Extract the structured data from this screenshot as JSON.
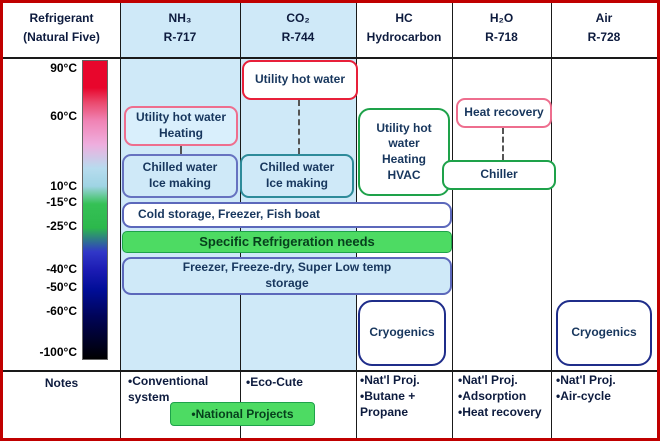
{
  "header": {
    "refrigerant": {
      "line1": "Refrigerant",
      "line2": "(Natural Five)"
    },
    "columns": [
      {
        "name": "NH₃",
        "code": "R-717"
      },
      {
        "name": "CO₂",
        "code": "R-744"
      },
      {
        "name": "HC",
        "code": "Hydrocarbon"
      },
      {
        "name": "H₂O",
        "code": "R-718"
      },
      {
        "name": "Air",
        "code": "R-728"
      }
    ]
  },
  "temperature_scale": {
    "labels": [
      "90°C",
      "60°C",
      "10°C",
      "-15°C",
      "-25°C",
      "-40°C",
      "-50°C",
      "-60°C",
      "-100°C"
    ],
    "gradient_colors": [
      "#e8062c",
      "#ea4a6e",
      "#f083b4",
      "#efaede",
      "#b7dcee",
      "#2cb84c",
      "#1c1cb4",
      "#000d96",
      "#000456",
      "#000000"
    ]
  },
  "boxes": {
    "co2_hot_water": {
      "label": "Utility hot water"
    },
    "nh3_hot_water": {
      "line1": "Utility hot water",
      "line2": "Heating"
    },
    "nh3_chilled_water": {
      "line1": "Chilled water",
      "line2": "Ice making"
    },
    "co2_chilled_water": {
      "line1": "Chilled water",
      "line2": "Ice making"
    },
    "hc_utility": {
      "line1": "Utility hot",
      "line2": "water",
      "line3": "Heating",
      "line4": "HVAC"
    },
    "h2o_heat_recovery": {
      "label": "Heat recovery"
    },
    "h2o_chiller": {
      "label": "Chiller"
    },
    "cold_storage": {
      "label": "Cold storage, Freezer, Fish boat"
    },
    "specific_needs": {
      "label": "Specific Refrigeration needs"
    },
    "freezer": {
      "line1": "Freezer, Freeze-dry, Super Low temp",
      "line2": "storage"
    },
    "hc_cryogenics": {
      "label": "Cryogenics"
    },
    "air_cryogenics": {
      "label": "Cryogenics"
    }
  },
  "notes": {
    "title": "Notes",
    "nh3": {
      "line1": "•Conventional",
      "line2": "system"
    },
    "co2": {
      "line1": "•Eco-Cute"
    },
    "national_projects": "•National Projects",
    "hc": {
      "line1": "•Nat'l Proj.",
      "line2": "•Butane +",
      "line3": "Propane"
    },
    "h2o": {
      "line1": "•Nat'l Proj.",
      "line2": "•Adsorption",
      "line3": "•Heat recovery"
    },
    "air": {
      "line1": "•Nat'l Proj.",
      "line2": "•Air-cycle"
    }
  },
  "colors": {
    "outer_border": "#c00000",
    "column_highlight": "#cfe9f8",
    "green_fill": "#4ddb63",
    "red_box_border": "#e8203a",
    "pink_box_border": "#ee6e8e",
    "blue_box_border": "#5c68bb",
    "teal_box_border": "#2e8b9a",
    "green_box_border": "#1ea24a",
    "navy_box_border": "#1f2d8a"
  }
}
